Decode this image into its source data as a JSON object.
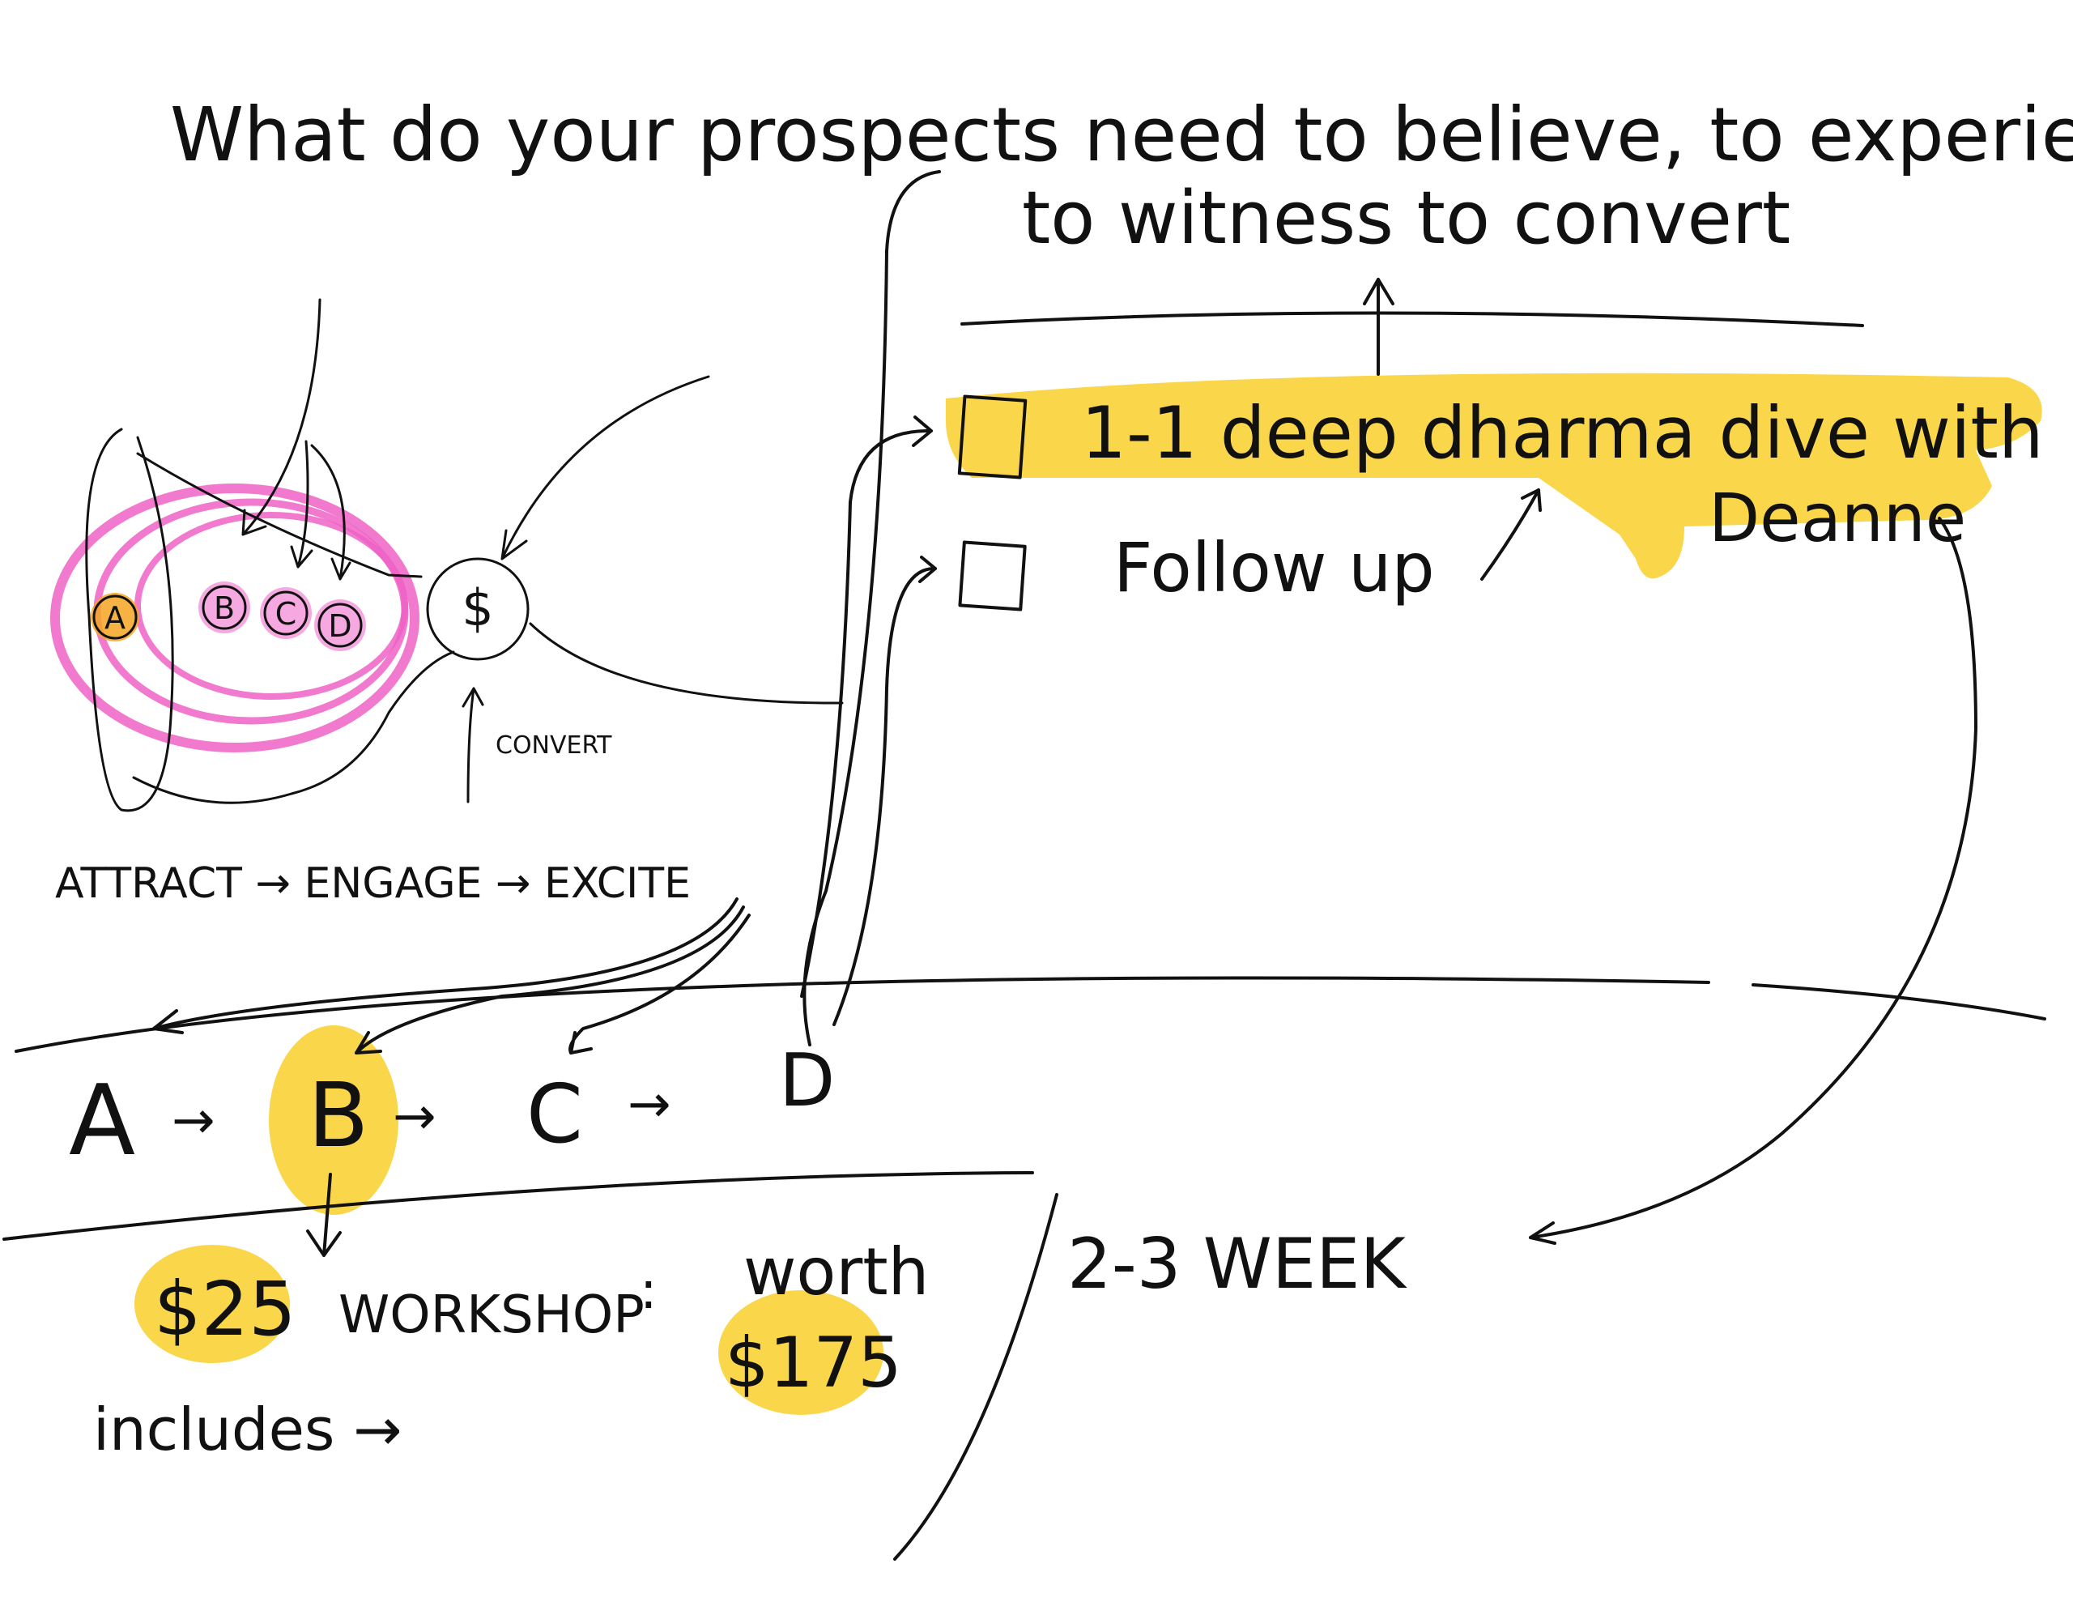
{
  "heading": {
    "line1": "What do your prospects need to believe, to experience,",
    "line2": "to witness to convert"
  },
  "funnel": {
    "nodes": [
      "A",
      "B",
      "C",
      "D"
    ],
    "dollar": "$",
    "convert_label": "CONVERT",
    "stages": "ATTRACT → ENGAGE → EXCITE"
  },
  "checklist": [
    {
      "label": "1-1 deep dharma dive with",
      "continuation": "Deanne",
      "highlighted": true
    },
    {
      "label": "Follow up",
      "continuation": "",
      "highlighted": false
    }
  ],
  "sequence": {
    "A": "A",
    "B": "B",
    "C": "C",
    "D": "D",
    "arrow": "→"
  },
  "offer": {
    "price": "$25",
    "name": "WORKSHOP",
    "colon": ":",
    "worth_label": "worth",
    "worth_value": "$175",
    "includes": "includes →",
    "duration": "2-3 WEEK"
  },
  "colors": {
    "ink": "#111111",
    "highlight": "#f9cf2c",
    "pink": "#ef62c6",
    "orange": "#f5a623"
  }
}
